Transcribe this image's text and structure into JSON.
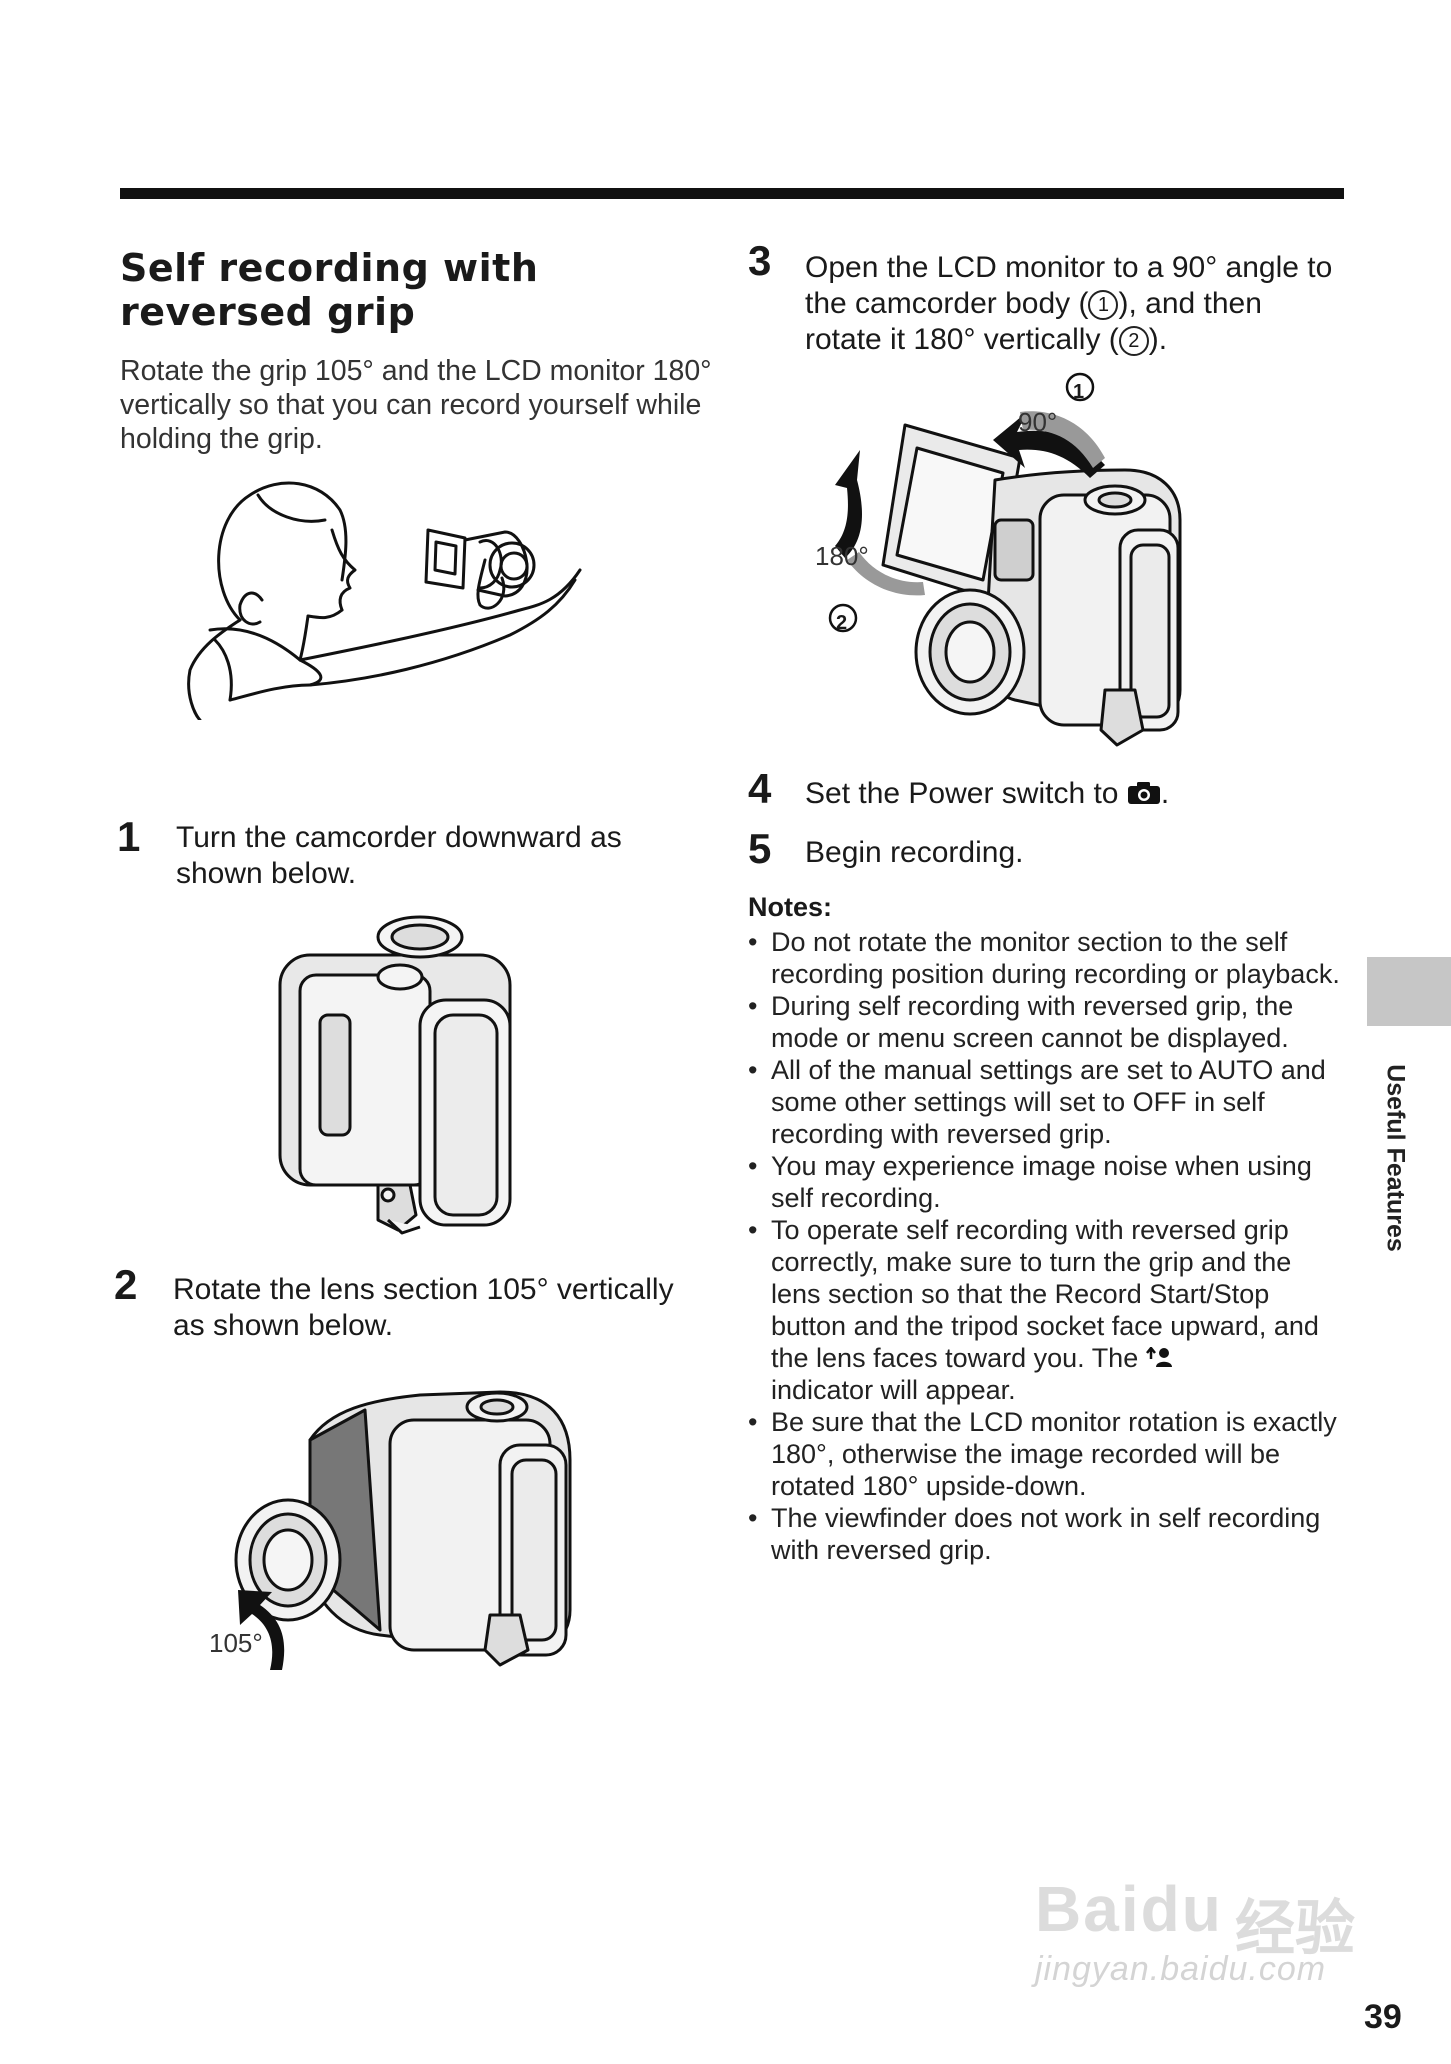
{
  "section": {
    "title": "Self recording with reversed grip",
    "intro": "Rotate the grip 105° and the LCD monitor 180° vertically so that you can record yourself while holding the grip."
  },
  "steps": [
    {
      "number": "1",
      "text": "Turn the camcorder downward as shown below."
    },
    {
      "number": "2",
      "text": "Rotate the lens section 105° vertically as shown below."
    },
    {
      "number": "3",
      "text_a": "Open the LCD monitor to a 90° angle to the camcorder body (",
      "mark1": "1",
      "text_b": "), and then rotate it 180° vertically (",
      "mark2": "2",
      "text_c": ")."
    },
    {
      "number": "4",
      "text": "Set the Power switch to",
      "end": "."
    },
    {
      "number": "5",
      "text": "Begin recording."
    }
  ],
  "figures": {
    "step2_angle": "105°",
    "step3_angle1": "90°",
    "step3_angle2": "180°",
    "step3_mark1": "1",
    "step3_mark2": "2"
  },
  "notes": {
    "title": "Notes:",
    "items": [
      "Do not rotate the monitor section to the self recording position during recording or playback.",
      "During self recording with reversed grip, the mode or menu screen cannot be displayed.",
      "All of the manual settings are set to AUTO and some other settings will set to OFF in self recording with reversed grip.",
      "You may experience image noise when using self recording.",
      "To operate self recording with reversed grip correctly, make sure to turn the grip and the lens section so that the Record Start/Stop button and the tripod socket face upward, and the lens faces toward you. The",
      "indicator will appear.",
      "Be sure that the LCD monitor rotation is exactly 180°, otherwise the image recorded will be rotated 180° upside-down.",
      "The viewfinder does not work in self recording with reversed grip."
    ]
  },
  "side_tab": "Useful Features",
  "page_number": "39",
  "watermark": {
    "brand": "Bai",
    "brand2": "du",
    "cn": "经验",
    "url": "jingyan.baidu.com"
  },
  "icons": [
    "camera-icon",
    "self-record-indicator-icon",
    "rotate-arrow-icon"
  ]
}
